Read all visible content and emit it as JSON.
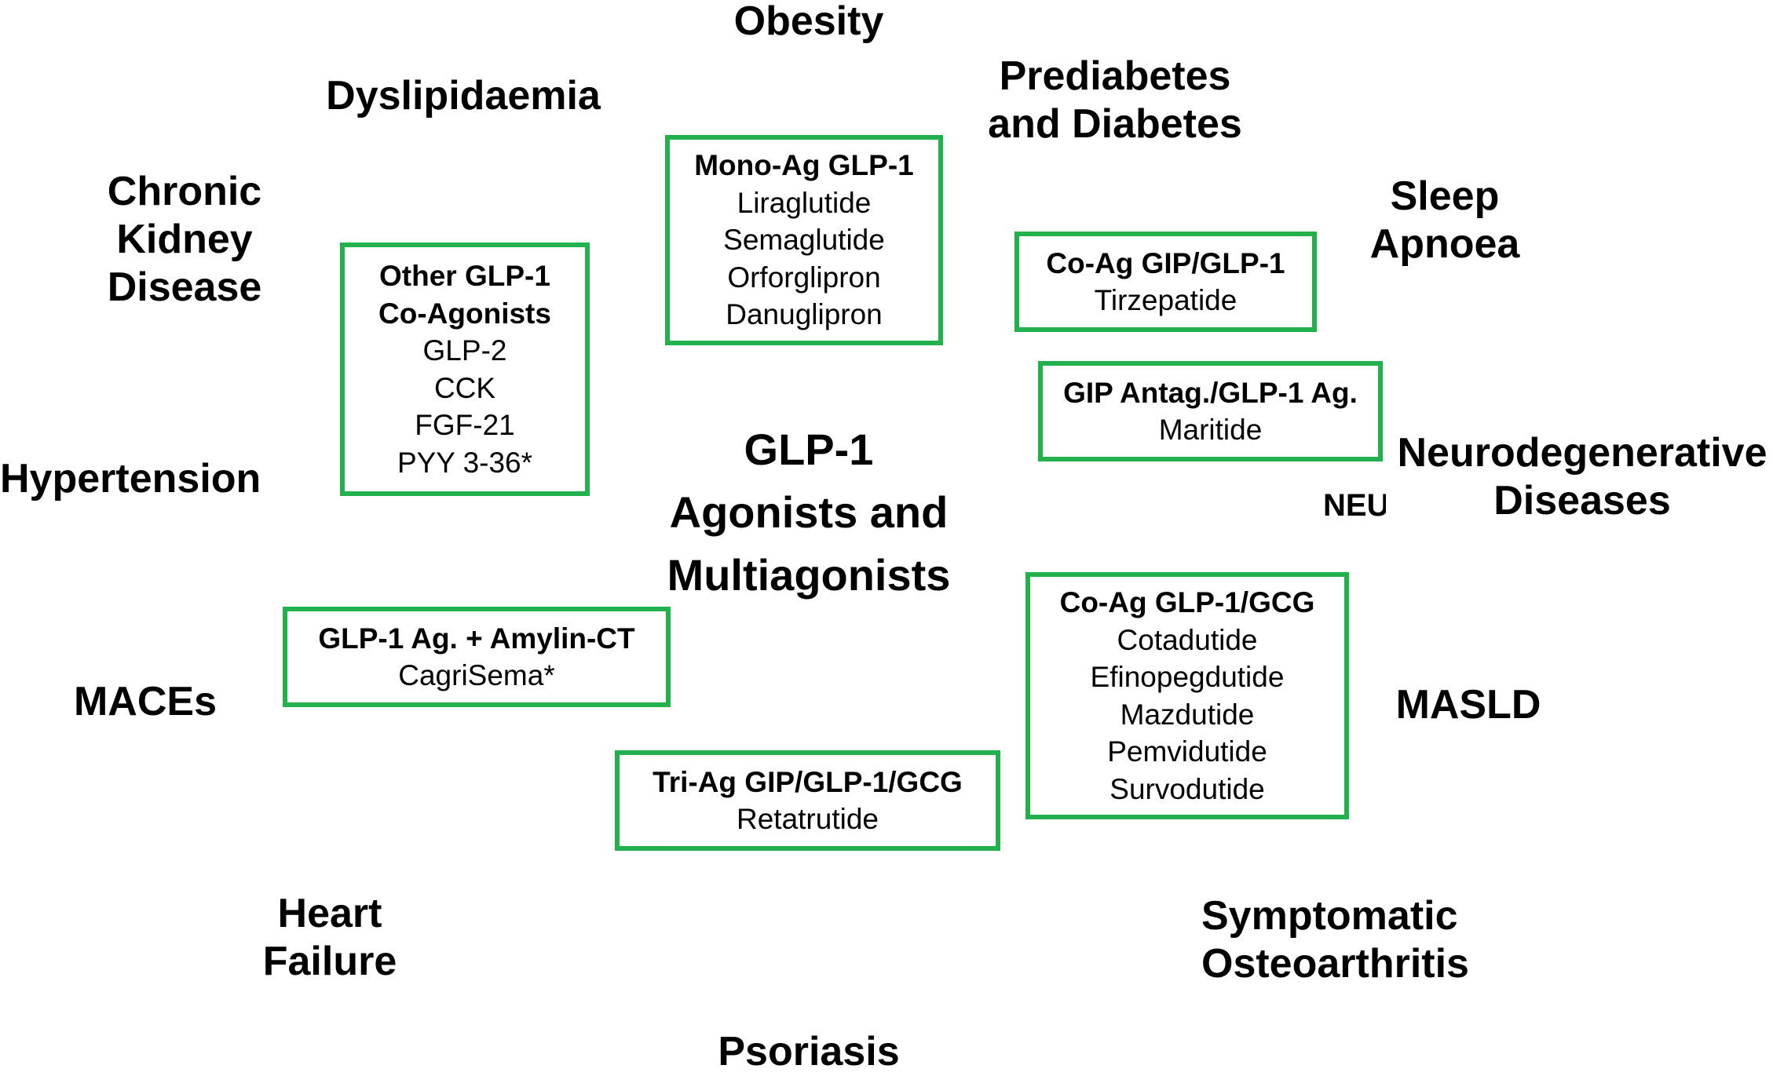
{
  "center": {
    "lines": [
      "GLP-1",
      "Agonists and",
      "Multiagonists"
    ]
  },
  "diseases": {
    "obesity": [
      "Obesity"
    ],
    "dyslipidaemia": [
      "Dyslipidaemia"
    ],
    "prediabetes": [
      "Prediabetes",
      "and Diabetes"
    ],
    "ckd": [
      "Chronic",
      "Kidney",
      "Disease"
    ],
    "sleep_apnoea": [
      "Sleep",
      "Apnoea"
    ],
    "hypertension": [
      "Hypertension"
    ],
    "neurodegenerative": [
      "Neurodegenerative",
      "Diseases"
    ],
    "maces": [
      "MACEs"
    ],
    "masld": [
      "MASLD"
    ],
    "heart_failure": [
      "Heart",
      "Failure"
    ],
    "osteoarthritis": [
      "Symptomatic",
      "Osteoarthritis"
    ],
    "psoriasis": [
      "Psoriasis"
    ]
  },
  "boxes": {
    "mono": {
      "headers": [
        "Mono-Ag GLP-1"
      ],
      "items": [
        "Liraglutide",
        "Semaglutide",
        "Orforglipron",
        "Danuglipron"
      ]
    },
    "other": {
      "headers": [
        "Other GLP-1",
        "Co-Agonists"
      ],
      "items": [
        "GLP-2",
        "CCK",
        "FGF-21",
        "PYY 3-36*"
      ]
    },
    "coag_gip": {
      "headers": [
        "Co-Ag GIP/GLP-1"
      ],
      "items": [
        "Tirzepatide"
      ]
    },
    "gip_antag": {
      "headers": [
        "GIP Antag./GLP-1 Ag."
      ],
      "items": [
        "Maritide"
      ]
    },
    "amylin": {
      "headers": [
        "GLP-1 Ag. + Amylin-CT"
      ],
      "items": [
        "CagriSema*"
      ]
    },
    "coag_gcg": {
      "headers": [
        "Co-Ag GLP-1/GCG"
      ],
      "items": [
        "Cotadutide",
        "Efinopegdutide",
        "Mazdutide",
        "Pemvidutide",
        "Survodutide"
      ]
    },
    "triag": {
      "headers": [
        "Tri-Ag GIP/GLP-1/GCG"
      ],
      "items": [
        "Retatrutide"
      ]
    }
  },
  "fragment": "NEU"
}
